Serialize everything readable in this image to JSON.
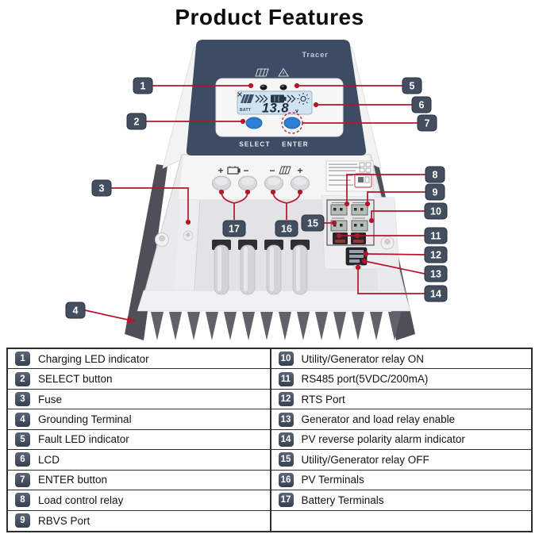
{
  "title": "Product Features",
  "colors": {
    "accent_red": "#b5152b",
    "panel_navy": "#3e4b64",
    "badge_slate": "#3e4757",
    "button_blue": "#2e7fd6",
    "lcd_blue": "#cfe3f3"
  },
  "device": {
    "brand": "Tracer",
    "select_label": "SELECT",
    "enter_label": "ENTER",
    "lcd": {
      "batt": "BATT",
      "voltage": "13.8",
      "unit": "v"
    },
    "terminals": {
      "battery_plus": "+",
      "battery_minus": "−",
      "pv_minus": "−",
      "pv_plus": "+"
    }
  },
  "callouts": [
    {
      "num": "1"
    },
    {
      "num": "2"
    },
    {
      "num": "3"
    },
    {
      "num": "4"
    },
    {
      "num": "5"
    },
    {
      "num": "6"
    },
    {
      "num": "7"
    },
    {
      "num": "8"
    },
    {
      "num": "9"
    },
    {
      "num": "10"
    },
    {
      "num": "11"
    },
    {
      "num": "12"
    },
    {
      "num": "13"
    },
    {
      "num": "14"
    },
    {
      "num": "15"
    },
    {
      "num": "16"
    },
    {
      "num": "17"
    }
  ],
  "table": {
    "left": [
      {
        "num": "1",
        "label": "Charging LED indicator"
      },
      {
        "num": "2",
        "label": "SELECT button"
      },
      {
        "num": "3",
        "label": "Fuse"
      },
      {
        "num": "4",
        "label": "Grounding Terminal"
      },
      {
        "num": "5",
        "label": "Fault LED indicator"
      },
      {
        "num": "6",
        "label": "LCD"
      },
      {
        "num": "7",
        "label": "ENTER button"
      },
      {
        "num": "8",
        "label": "Load control relay"
      },
      {
        "num": "9",
        "label": "RBVS Port"
      }
    ],
    "right": [
      {
        "num": "10",
        "label": "Utility/Generator relay ON"
      },
      {
        "num": "11",
        "label": "RS485 port(5VDC/200mA)"
      },
      {
        "num": "12",
        "label": "RTS Port"
      },
      {
        "num": "13",
        "label": "Generator and load relay enable"
      },
      {
        "num": "14",
        "label": "PV reverse polarity alarm indicator"
      },
      {
        "num": "15",
        "label": "Utility/Generator relay OFF"
      },
      {
        "num": "16",
        "label": "PV Terminals"
      },
      {
        "num": "17",
        "label": "Battery Terminals"
      }
    ]
  }
}
